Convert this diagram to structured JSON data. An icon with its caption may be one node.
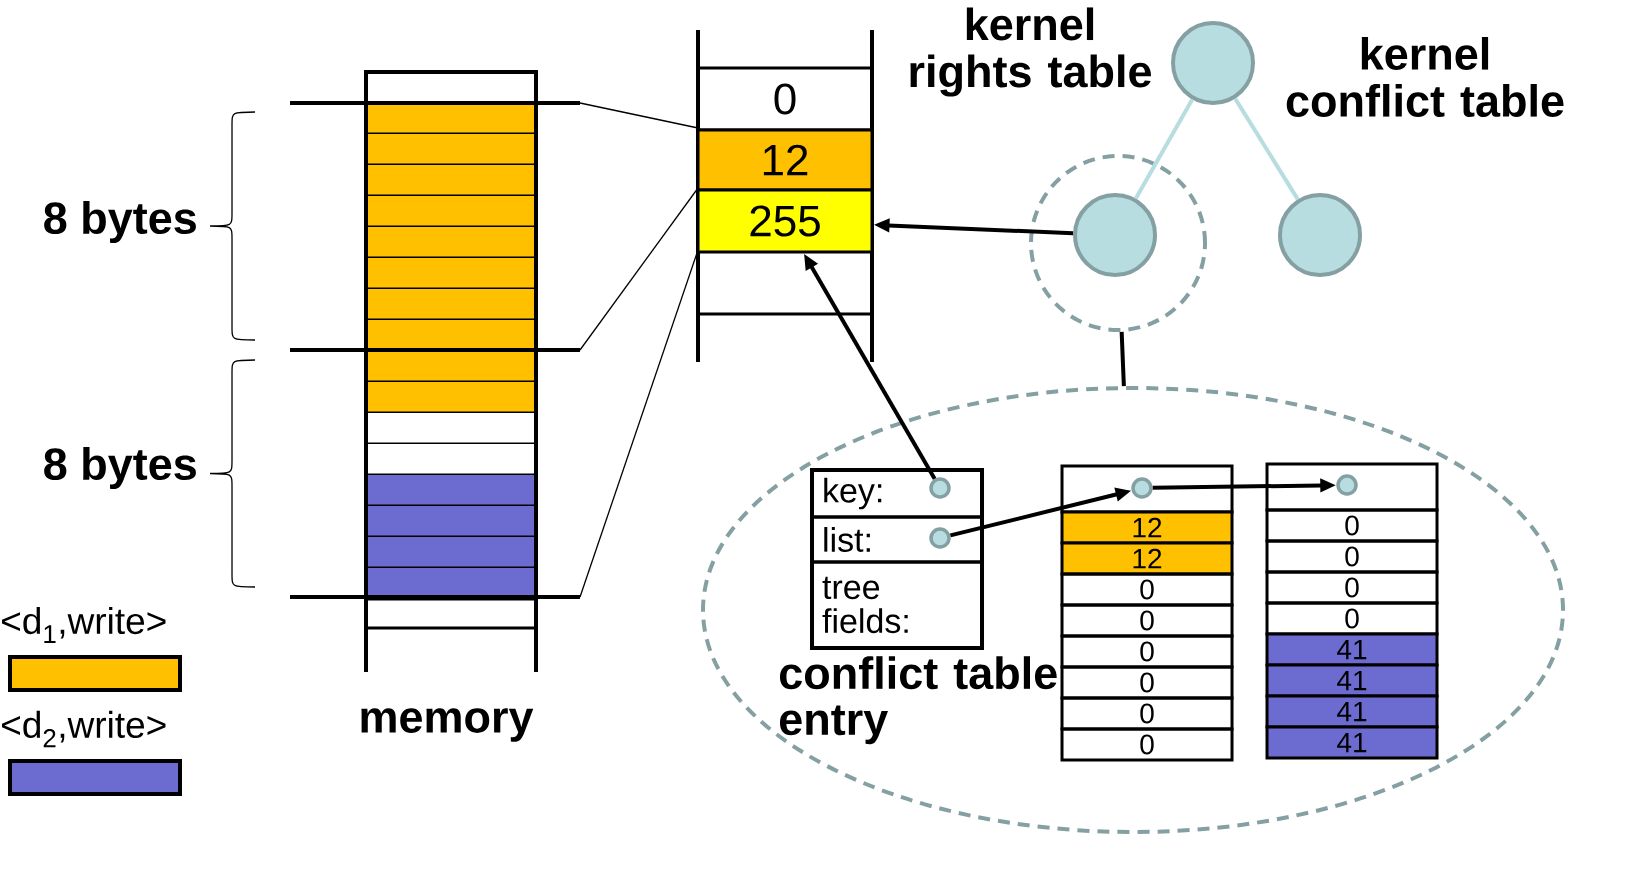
{
  "diagram": {
    "nodes": [
      {
        "text": [
          "0"
        ]
      },
      {
        "text": [
          "12"
        ]
      },
      {
        "text": [
          "255"
        ]
      },
      {
        "text": [],
        "shape": "circle"
      },
      {
        "text": [],
        "shape": "circle"
      },
      {
        "text": [],
        "shape": "circle",
        "in": 4
      },
      {
        "text": [],
        "shape": "circle"
      },
      {
        "text": [],
        "shape": "ellipse"
      },
      {
        "text": [
          "conflict table entry"
        ],
        "in": 7
      },
      {
        "text": [
          "key:"
        ],
        "in": 8
      },
      {
        "text": [],
        "shape": "circle",
        "in": 9
      },
      {
        "text": [
          "list:"
        ],
        "in": 8
      },
      {
        "text": [],
        "shape": "circle",
        "in": 11
      },
      {
        "text": [
          "tree fields:"
        ],
        "in": 8
      },
      {
        "text": [],
        "shape": "box",
        "in": 7
      },
      {
        "text": [],
        "shape": "circle",
        "in": 14
      },
      {
        "text": [
          "12"
        ],
        "in": 7
      },
      {
        "text": [
          "12"
        ],
        "in": 7
      },
      {
        "text": [
          "0"
        ],
        "in": 7
      },
      {
        "text": [
          "0"
        ],
        "in": 7
      },
      {
        "text": [
          "0"
        ],
        "in": 7
      },
      {
        "text": [
          "0"
        ],
        "in": 7
      },
      {
        "text": [
          "0"
        ],
        "in": 7
      },
      {
        "text": [
          "0"
        ],
        "in": 7
      },
      {
        "text": [],
        "shape": "box",
        "in": 7
      },
      {
        "text": [],
        "shape": "circle",
        "in": 24
      },
      {
        "text": [
          "0"
        ],
        "in": 7
      },
      {
        "text": [
          "0"
        ],
        "in": 7
      },
      {
        "text": [
          "0"
        ],
        "in": 7
      },
      {
        "text": [
          "0"
        ],
        "in": 7
      },
      {
        "text": [
          "41"
        ],
        "in": 7
      },
      {
        "text": [
          "41"
        ],
        "in": 7
      },
      {
        "text": [
          "41"
        ],
        "in": 7
      },
      {
        "text": [
          "41"
        ],
        "in": 7
      }
    ],
    "edges": [
      {
        "from": 3,
        "to": 5,
        "arrow": "none",
        "color": "#b7dde0"
      },
      {
        "from": 3,
        "to": 6,
        "arrow": "none",
        "color": "#b7dde0"
      },
      {
        "from": 5,
        "to": 2,
        "arrow": "to"
      },
      {
        "from": 10,
        "to": 2,
        "arrow": "to"
      },
      {
        "from": 12,
        "to": 15,
        "arrow": "to"
      },
      {
        "from": 15,
        "to": 25,
        "arrow": "to"
      },
      {
        "from": 4,
        "to": 7,
        "arrow": "none"
      }
    ],
    "labels": [
      "kernel rights table",
      "kernel conflict table",
      "8 bytes",
      "8 bytes",
      "memory"
    ],
    "legend": [
      {
        "text": "<d$_{1}$,write>",
        "color": "#ffc000"
      },
      {
        "text": "<d$_{2}$,write>",
        "color": "#6b6bd0"
      }
    ]
  }
}
